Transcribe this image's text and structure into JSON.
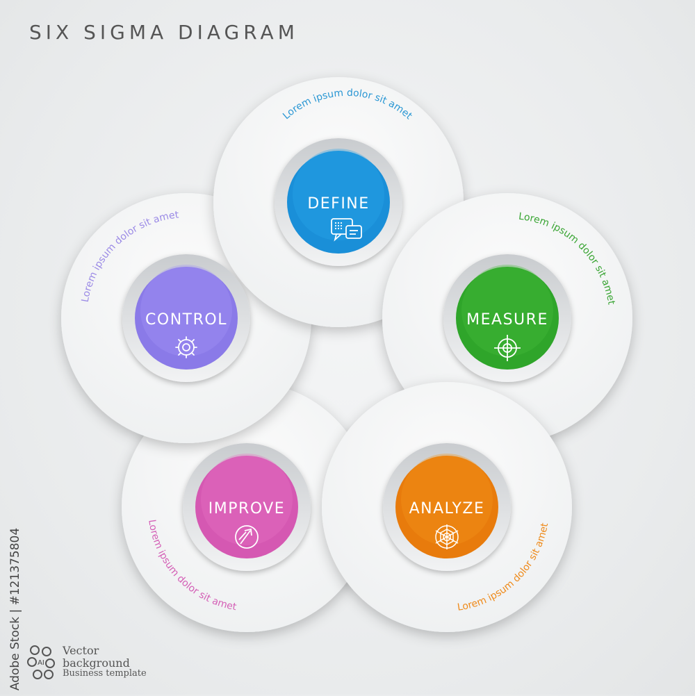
{
  "title": "SIX SIGMA DIAGRAM",
  "steps": [
    {
      "id": "define",
      "label": "DEFINE",
      "caption": "Lorem ipsum dolor sit amet",
      "icon": "chat-bubbles-icon",
      "color": "#1a8fd8",
      "color_light": "#2aa6ea",
      "text_color": "#2a97d4"
    },
    {
      "id": "measure",
      "label": "MEASURE",
      "caption": "Lorem ipsum dolor sit amet",
      "icon": "target-crosshair-icon",
      "color": "#2fa52a",
      "color_light": "#48be3c",
      "text_color": "#3aa534"
    },
    {
      "id": "analyze",
      "label": "ANALYZE",
      "caption": "Lorem ipsum dolor sit amet",
      "icon": "spider-web-icon",
      "color": "#e87b0c",
      "color_light": "#f4961c",
      "text_color": "#ef8a1a"
    },
    {
      "id": "improve",
      "label": "IMPROVE",
      "caption": "Lorem ipsum dolor sit amet",
      "icon": "arrow-up-icon",
      "color": "#d558b2",
      "color_light": "#e874c4",
      "text_color": "#d45fb6"
    },
    {
      "id": "control",
      "label": "CONTROL",
      "caption": "Lorem ipsum dolor sit amet",
      "icon": "gear-icon",
      "color": "#8a7ae8",
      "color_light": "#a394f6",
      "text_color": "#9b8ae6"
    }
  ],
  "side_id": "Adobe Stock | #121375804",
  "footer": {
    "badge": "AI",
    "line1": "Vector",
    "line2": "background",
    "line3": "Business template"
  }
}
